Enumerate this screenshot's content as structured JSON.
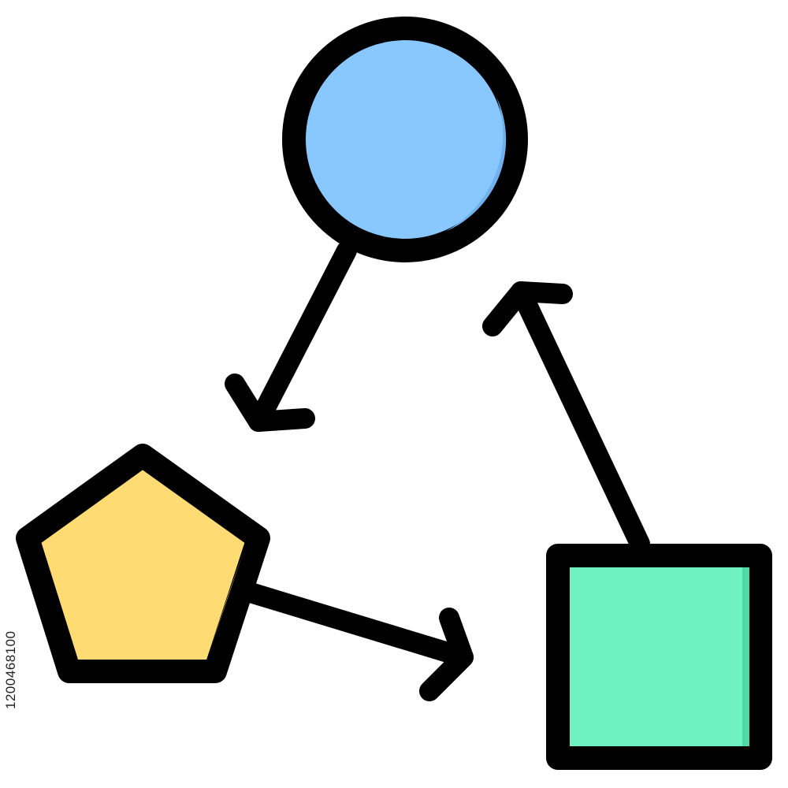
{
  "colors": {
    "outline": "#000000",
    "circle_fill": "#89c8ff",
    "circle_shade": "#6fb0ee",
    "pentagon_fill": "#ffdc73",
    "pentagon_shade": "#f2c95a",
    "square_fill": "#6ef2c2",
    "square_shade": "#4fd9a6",
    "background": "#ffffff"
  },
  "nodes": [
    {
      "id": "circle",
      "shape": "circle"
    },
    {
      "id": "pentagon",
      "shape": "pentagon"
    },
    {
      "id": "square",
      "shape": "square"
    }
  ],
  "edges": [
    {
      "from": "circle",
      "to": "pentagon"
    },
    {
      "from": "pentagon",
      "to": "square"
    },
    {
      "from": "square",
      "to": "circle"
    }
  ],
  "watermark": {
    "side_text": "1200468100"
  }
}
